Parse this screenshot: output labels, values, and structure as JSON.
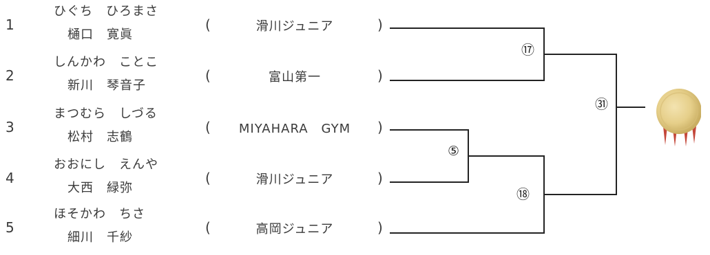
{
  "entries": [
    {
      "seed": "1",
      "kana": "ひぐち　ひろまさ",
      "kanji": "樋口　寛眞",
      "club": "滑川ジュニア",
      "open": "(",
      "close": ")"
    },
    {
      "seed": "2",
      "kana": "しんかわ　ことこ",
      "kanji": "新川　琴音子",
      "club": "富山第一",
      "open": "(",
      "close": ")"
    },
    {
      "seed": "3",
      "kana": "まつむら　しづる",
      "kanji": "松村　志鶴",
      "club": "MIYAHARA　GYM",
      "open": "(",
      "close": ")"
    },
    {
      "seed": "4",
      "kana": "おおにし　えんや",
      "kanji": "大西　緑弥",
      "club": "滑川ジュニア",
      "open": "(",
      "close": ")"
    },
    {
      "seed": "5",
      "kana": "ほそかわ　ちさ",
      "kanji": "細川　千紗",
      "club": "高岡ジュニア",
      "open": "(",
      "close": ")"
    }
  ],
  "matches": {
    "m17": "⑰",
    "m5": "⑤",
    "m18": "⑱",
    "m31": "㉛"
  },
  "colors": {
    "line": "#222222",
    "medal_gold": "#e6cf8a",
    "ribbon": "#c4473a"
  },
  "icons": {
    "trophy": "gold-medal-icon"
  }
}
